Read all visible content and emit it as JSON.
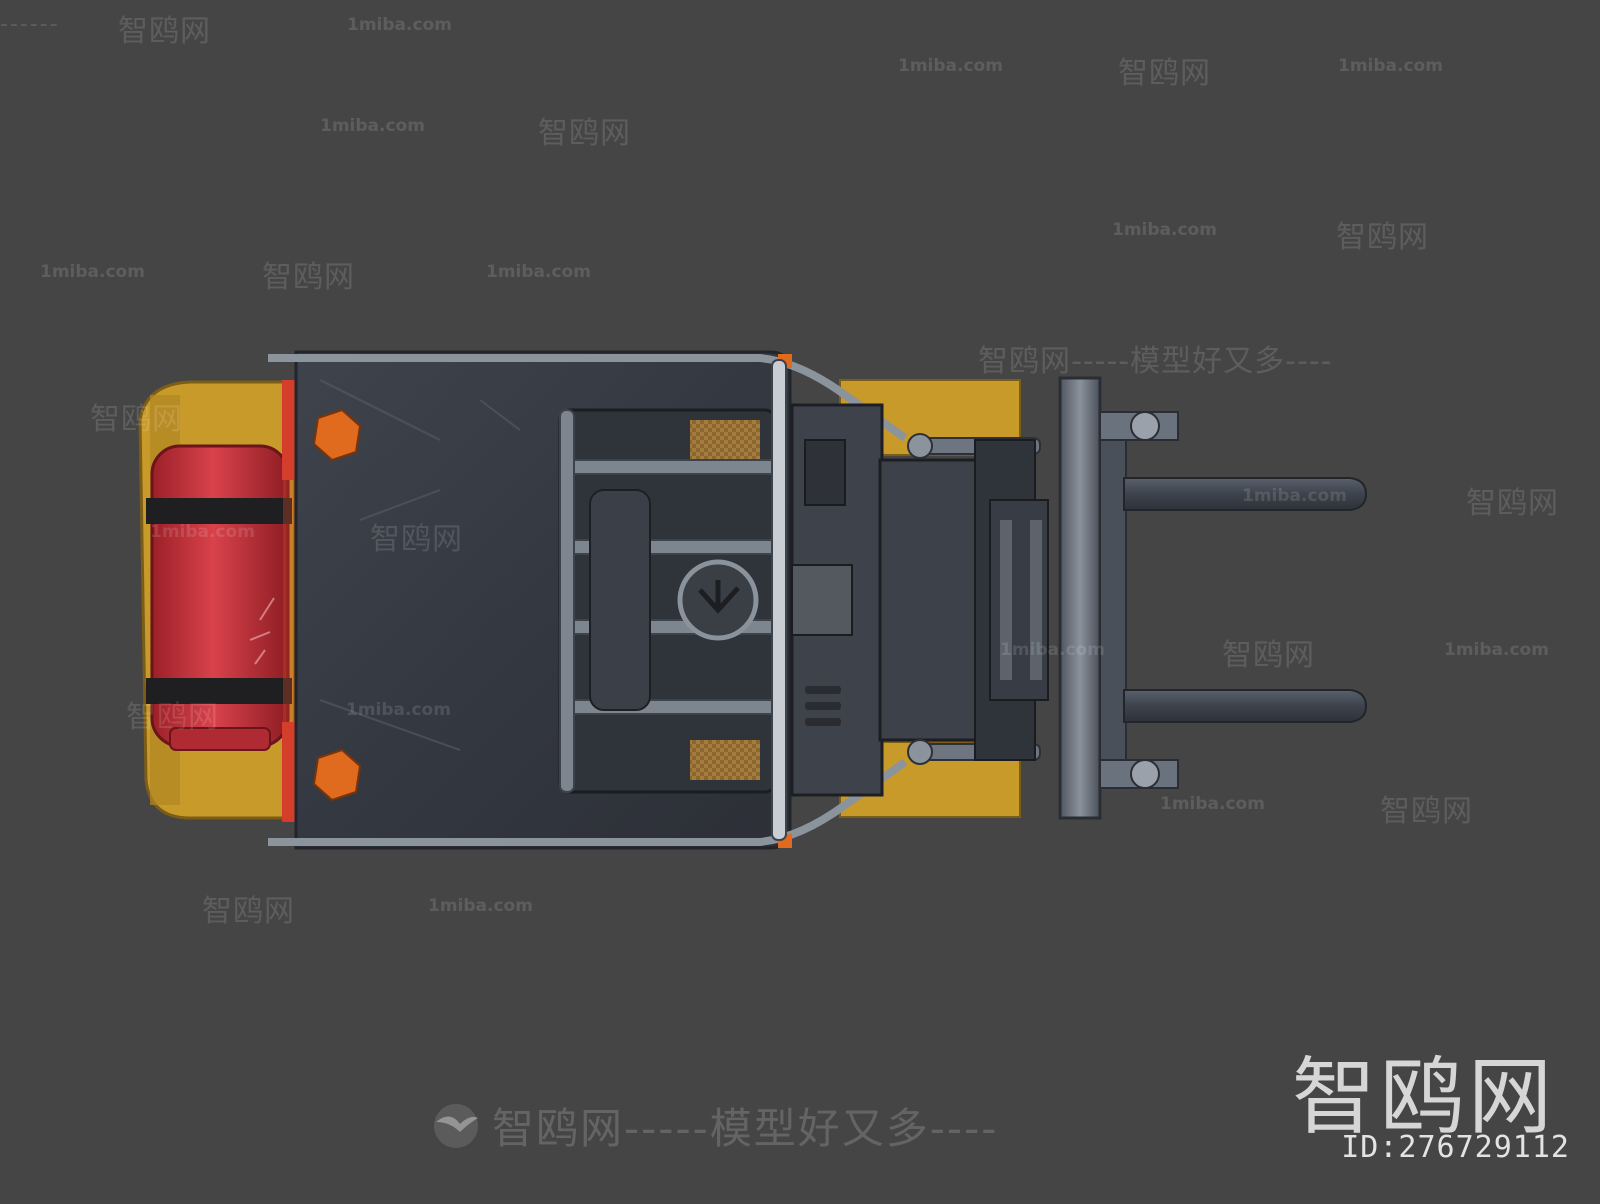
{
  "watermark": {
    "brand_cn": "智鸥网",
    "site": "1miba.com",
    "dashes": "------",
    "slogan_line": "智鸥网-----模型好又多----"
  },
  "brand": {
    "logo_text": "智鸥网",
    "id_text": "ID:276729112"
  },
  "scene": {
    "subject": "forklift-top-view",
    "colors": {
      "background": "#454545",
      "body_yellow": "#c89a2a",
      "cab_dark": "#3a3d45",
      "gas_tank_red": "#c8303a",
      "accent_orange": "#e06a1e",
      "steel": "#6d7580"
    }
  }
}
